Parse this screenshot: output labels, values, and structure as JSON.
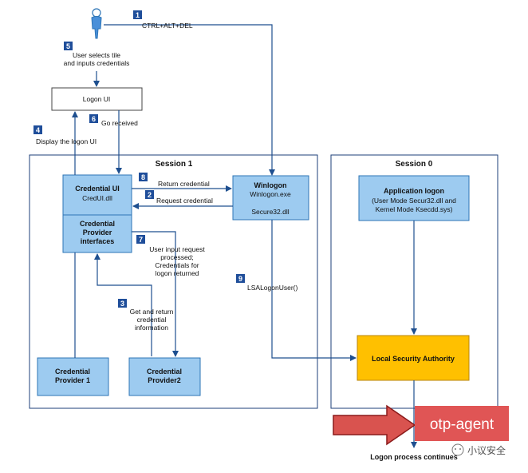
{
  "diagram": {
    "sessions": {
      "session1": "Session 1",
      "session0": "Session 0"
    },
    "boxes": {
      "logon_ui": "Logon UI",
      "credential_ui_title": "Credential UI",
      "credential_ui_sub": "CredUI.dll",
      "credential_provider_interfaces": [
        "Credential",
        "Provider",
        "interfaces"
      ],
      "winlogon_title": "Winlogon",
      "winlogon_sub": "Winlogon.exe",
      "winlogon_secure": "Secure32.dll",
      "app_logon_title": "Application logon",
      "app_logon_sub": [
        "(User Mode Secur32.dll and",
        "Kernel Mode Ksecdd.sys)"
      ],
      "lsa": "Local Security Authority",
      "provider1": [
        "Credential",
        "Provider 1"
      ],
      "provider2": [
        "Credential",
        "Provider2"
      ]
    },
    "steps": {
      "s1": {
        "num": "1",
        "text": [
          "CTRL+ALT+DEL"
        ]
      },
      "s2": {
        "num": "2",
        "text": [
          "Request credential"
        ]
      },
      "s3": {
        "num": "3",
        "text": [
          "Get and return",
          "credential",
          "information"
        ]
      },
      "s4": {
        "num": "4",
        "text": [
          "Display the logon UI"
        ]
      },
      "s5": {
        "num": "5",
        "text": [
          "User selects tile",
          "and inputs credentials"
        ]
      },
      "s6": {
        "num": "6",
        "text": [
          "Go received"
        ]
      },
      "s7": {
        "num": "7",
        "text": [
          "User input request",
          "processed;",
          "Credentials for",
          "logon returned"
        ]
      },
      "s8": {
        "num": "8",
        "text": [
          "Return credential"
        ]
      },
      "s9": {
        "num": "9",
        "text": [
          "LSALogonUser()"
        ]
      }
    },
    "footer": "Logon process continues",
    "otp_label": "otp-agent",
    "watermark": "小议安全",
    "colors": {
      "box_blue": "#9dcbf0",
      "box_blue_border": "#2e75b6",
      "lsa_fill": "#ffc000",
      "badge": "#1f4e9a",
      "arrow": "#1e4f8f",
      "otp_arrow": "#d32f2f",
      "otp_box": "#e05555"
    }
  }
}
